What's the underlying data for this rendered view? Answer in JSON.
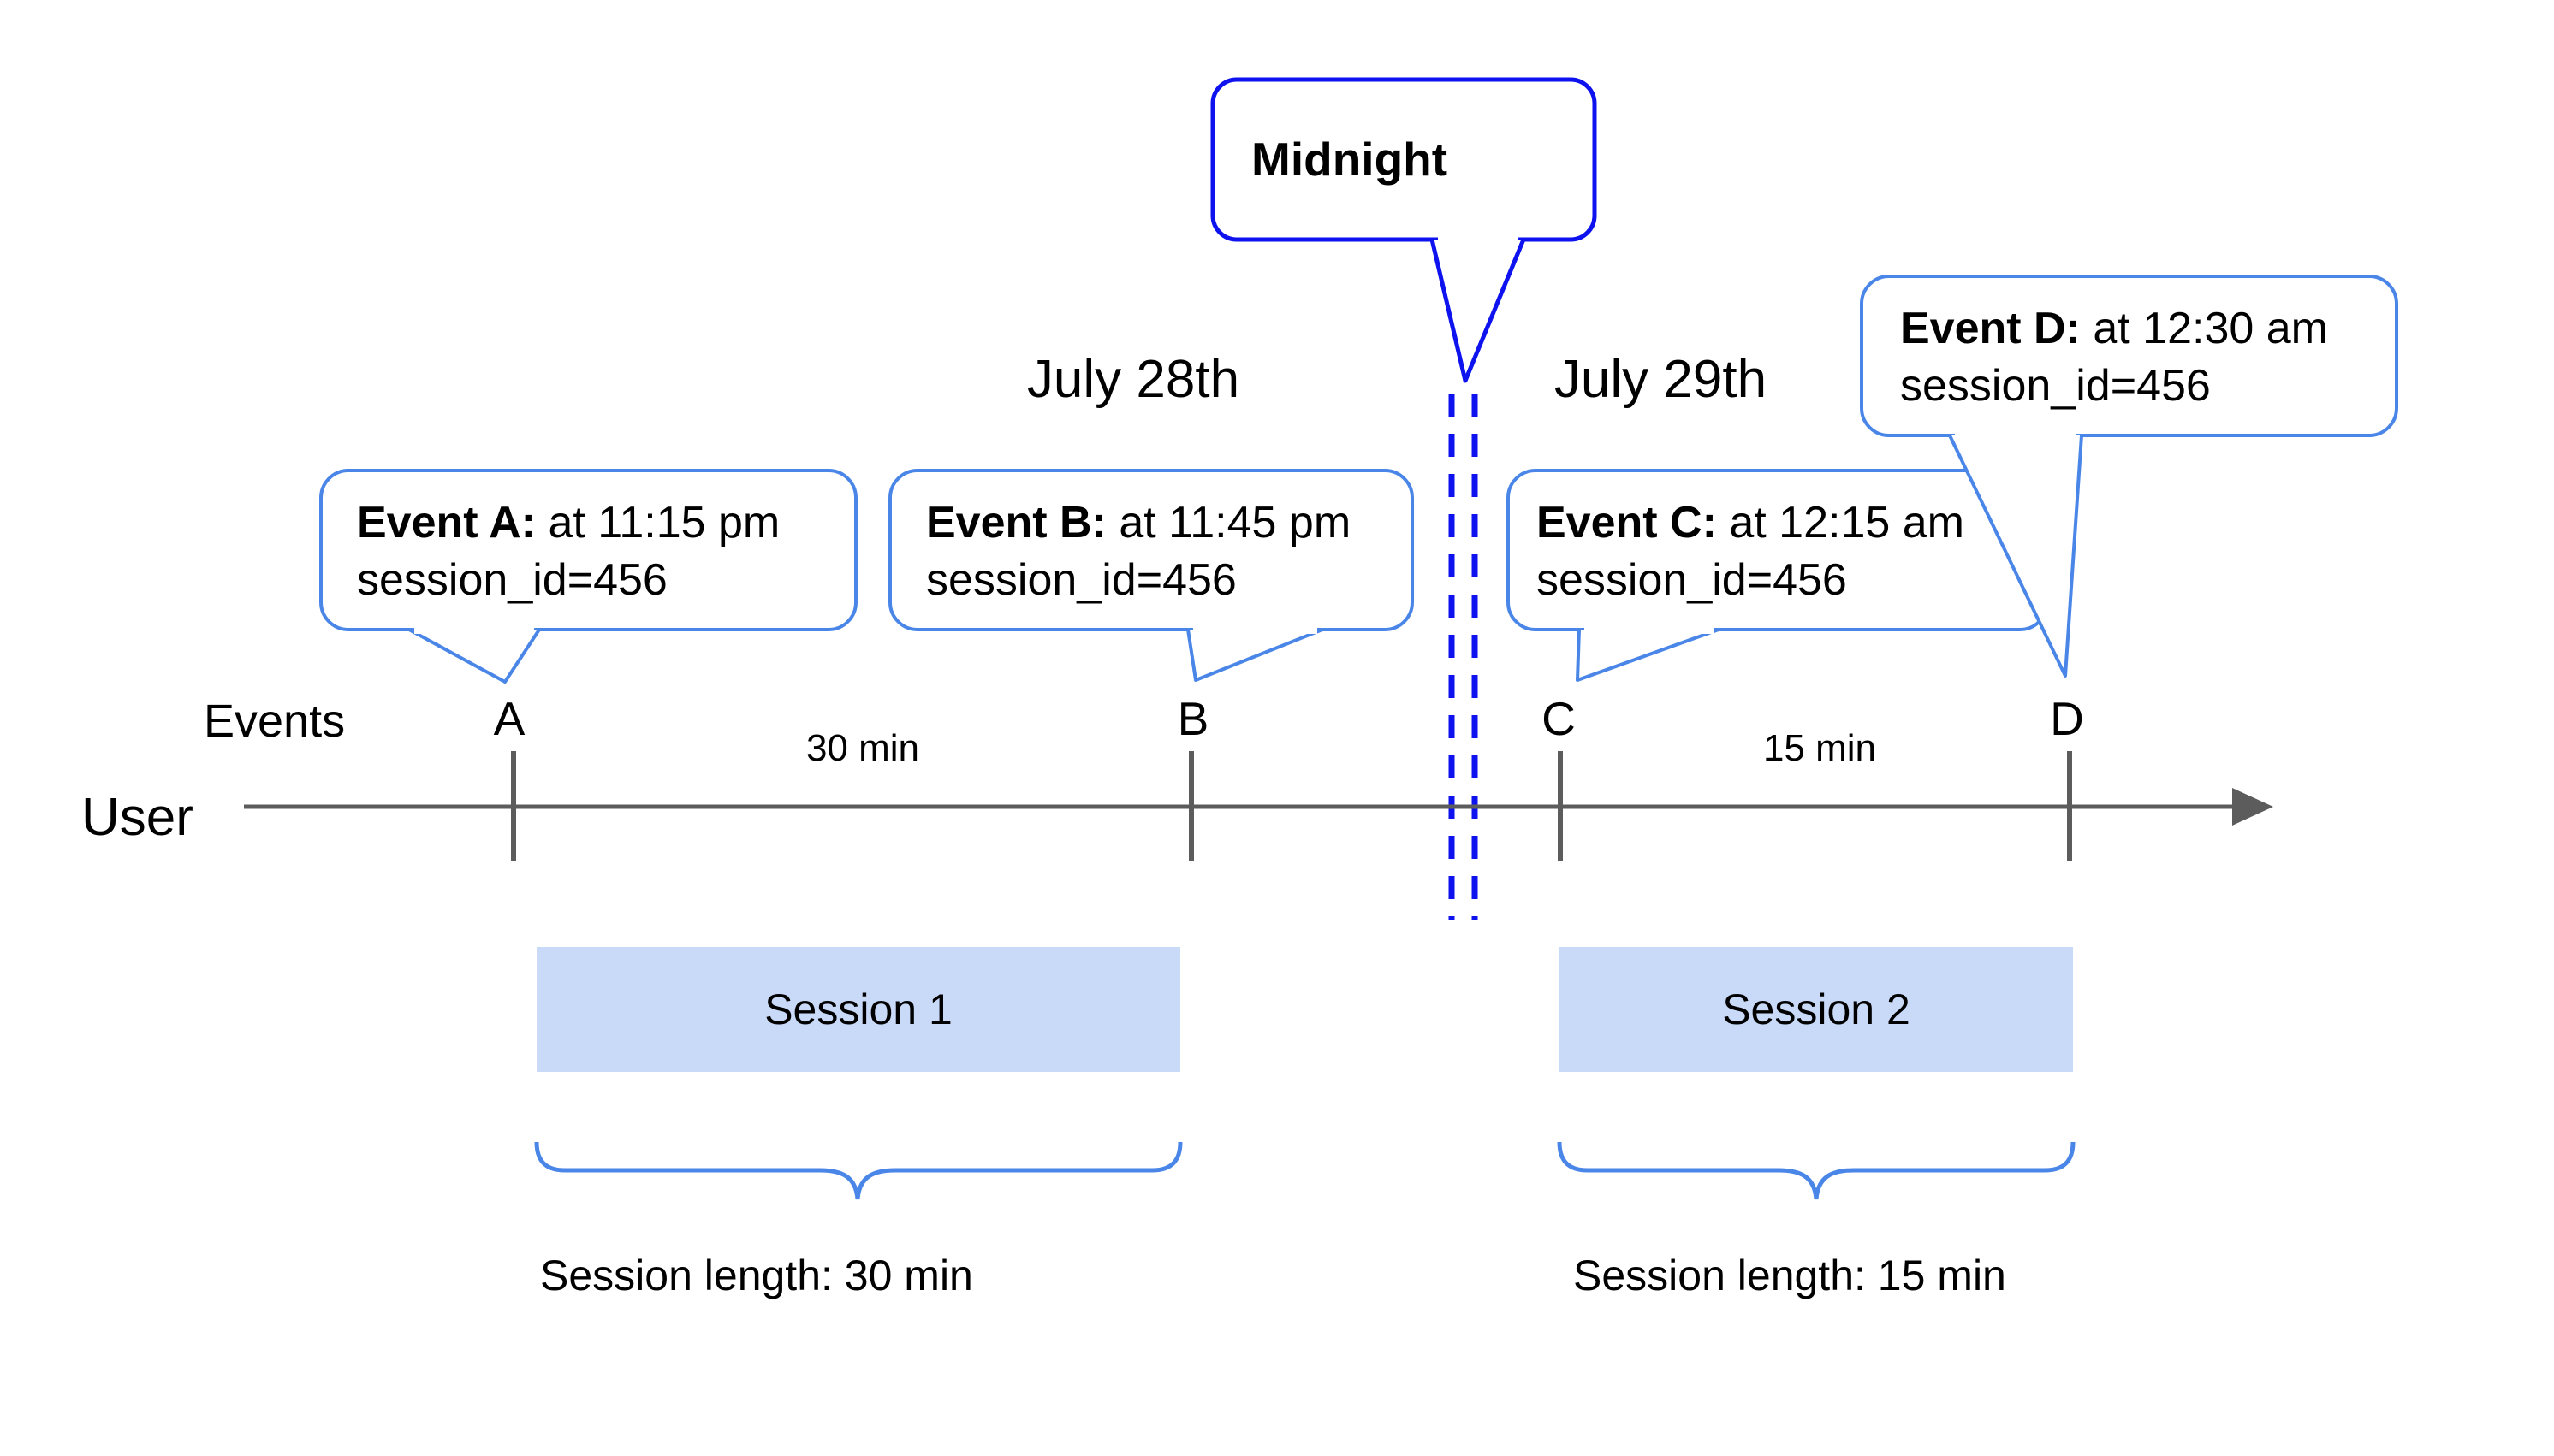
{
  "colors": {
    "event_bubble_border": "#4a86e8",
    "midnight_line": "#0d12ef",
    "session_fill": "#c9daf8",
    "timeline_grey": "#5c5c5c",
    "text": "#000000",
    "background": "#ffffff"
  },
  "dates": {
    "left": "July 28th",
    "right": "July 29th"
  },
  "midnight_callout": {
    "label": "Midnight"
  },
  "axis": {
    "events_label": "Events",
    "user_label": "User"
  },
  "events": [
    {
      "id": "A",
      "marker": "A",
      "callout_bold": "Event A:",
      "callout_time": " at 11:15 pm",
      "callout_session": "session_id=456"
    },
    {
      "id": "B",
      "marker": "B",
      "callout_bold": "Event B:",
      "callout_time": " at 11:45 pm",
      "callout_session": "session_id=456"
    },
    {
      "id": "C",
      "marker": "C",
      "callout_bold": "Event C:",
      "callout_time": " at 12:15 am",
      "callout_session": "session_id=456"
    },
    {
      "id": "D",
      "marker": "D",
      "callout_bold": "Event D:",
      "callout_time": " at 12:30 am",
      "callout_session": "session_id=456"
    }
  ],
  "intervals": [
    {
      "label": "30 min"
    },
    {
      "label": "15 min"
    }
  ],
  "sessions": [
    {
      "label": "Session 1",
      "length_label": "Session length: 30 min"
    },
    {
      "label": "Session 2",
      "length_label": "Session length: 15 min"
    }
  ]
}
